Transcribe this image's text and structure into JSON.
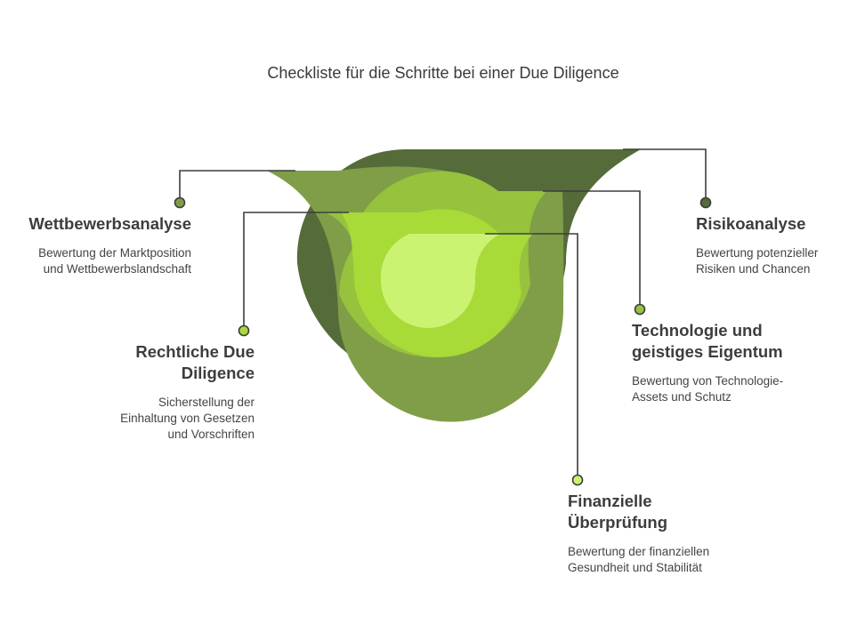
{
  "title": "Checkliste für die Schritte bei einer Due Diligence",
  "colors": {
    "layer1": "#556b3a",
    "layer2": "#7f9e47",
    "layer3": "#96c23d",
    "layer4": "#a8da38",
    "core": "#ccf272",
    "line": "#3d3d3d"
  },
  "items": [
    {
      "key": "wettbewerb",
      "heading": "Wettbewerbsanalyse",
      "description": "Bewertung der Marktposition und Wettbewerbslandschaft",
      "color": "#7f9e47"
    },
    {
      "key": "recht",
      "heading": "Rechtliche Due Diligence",
      "description": "Sicherstellung der Einhaltung von Gesetzen und Vorschriften",
      "color": "#a8da38"
    },
    {
      "key": "risiko",
      "heading": "Risikoanalyse",
      "description": "Bewertung potenzieller Risiken und Chancen",
      "color": "#556b3a"
    },
    {
      "key": "technologie",
      "heading": "Technologie und geistiges Eigentum",
      "description": "Bewertung von Technologie-Assets und Schutz",
      "color": "#96c23d"
    },
    {
      "key": "finanzen",
      "heading": "Finanzielle Überprüfung",
      "description": "Bewertung der finanziellen Gesundheit und Stabilität",
      "color": "#ccf272"
    }
  ]
}
